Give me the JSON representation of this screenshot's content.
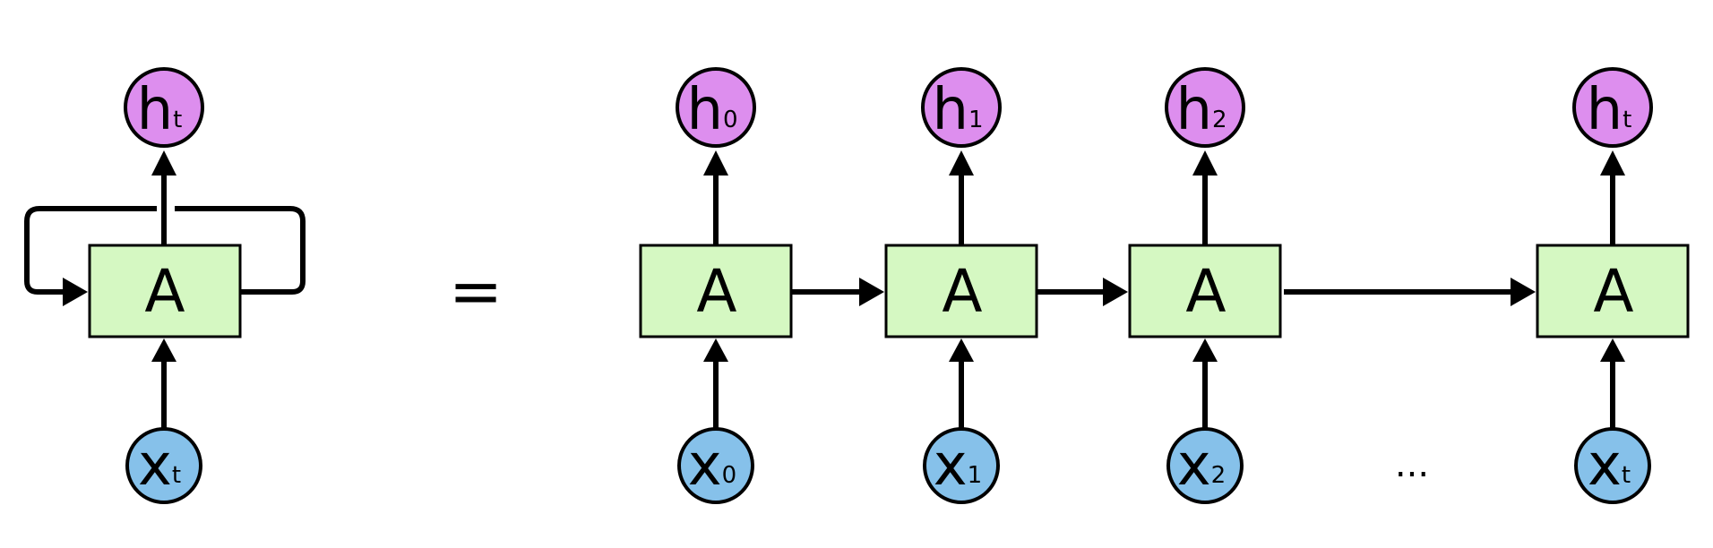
{
  "colors": {
    "cell_fill": "#d5f8c2",
    "hidden_fill": "#dd8eee",
    "input_fill": "#86c1ea",
    "stroke": "#000000"
  },
  "labels": {
    "cell": "A",
    "hidden": "h",
    "input": "x",
    "equals": "=",
    "ellipsis": "..."
  },
  "rolled": {
    "input_sub": "t",
    "hidden_sub": "t"
  },
  "unrolled": [
    {
      "input_sub": "0",
      "hidden_sub": "0"
    },
    {
      "input_sub": "1",
      "hidden_sub": "1"
    },
    {
      "input_sub": "2",
      "hidden_sub": "2"
    },
    {
      "input_sub": "t",
      "hidden_sub": "t"
    }
  ]
}
